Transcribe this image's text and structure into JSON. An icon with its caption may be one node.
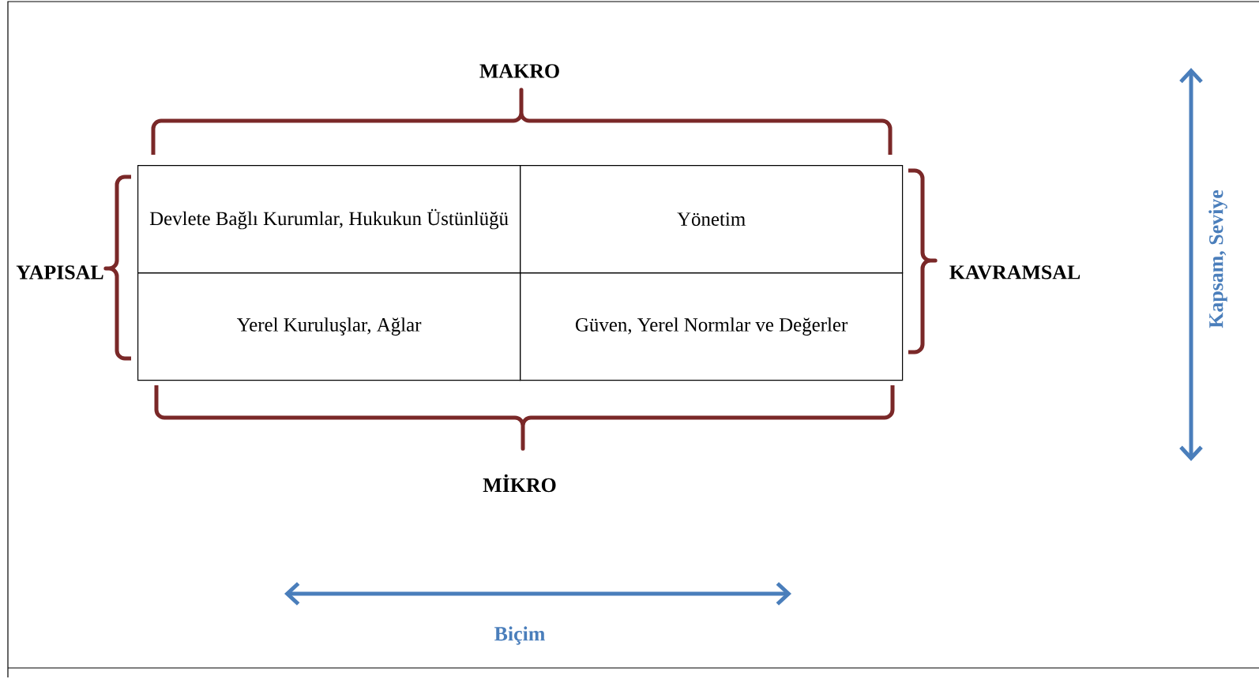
{
  "diagram": {
    "nodes": [
      {
        "text": [
          "Devlete Bağlı Kurumlar, Hukukun Üstünlüğü"
        ]
      },
      {
        "text": [
          "Yönetim"
        ]
      },
      {
        "text": [
          "Yerel Kuruluşlar, Ağlar"
        ]
      },
      {
        "text": [
          "Güven, Yerel Normlar ve Değerler"
        ]
      }
    ],
    "edges": [],
    "labels": [
      "MAKRO",
      "YAPISAL",
      "KAVRAMSAL",
      "MİKRO",
      "Biçim",
      "Kapsam, Seviye"
    ]
  }
}
